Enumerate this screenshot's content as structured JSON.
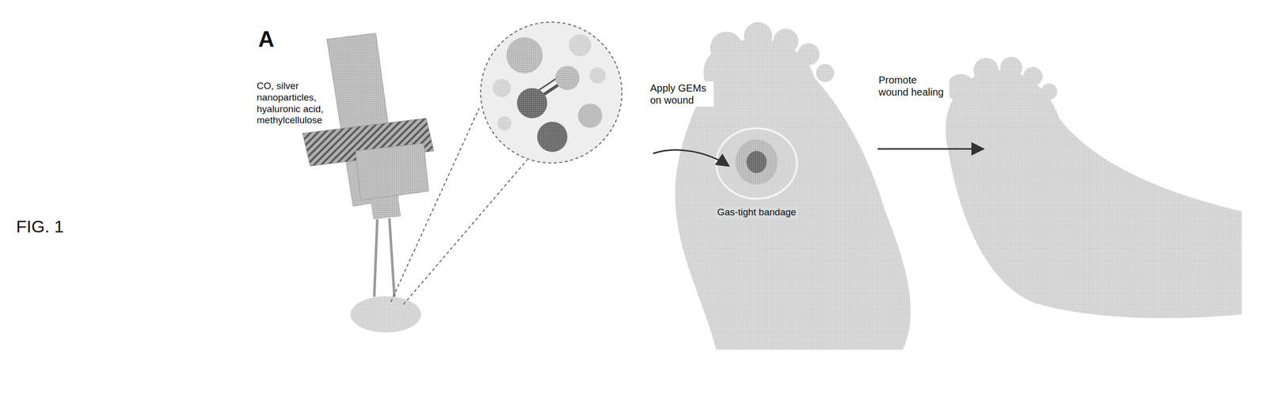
{
  "diagram": {
    "caption": "FIG. 1",
    "labels": [
      "A",
      "CO, silver nanoparticles, hyaluronic acid, methylcellulose",
      "Apply GEMs on wound",
      "Gas-tight bandage",
      "Promote wound healing"
    ]
  }
}
